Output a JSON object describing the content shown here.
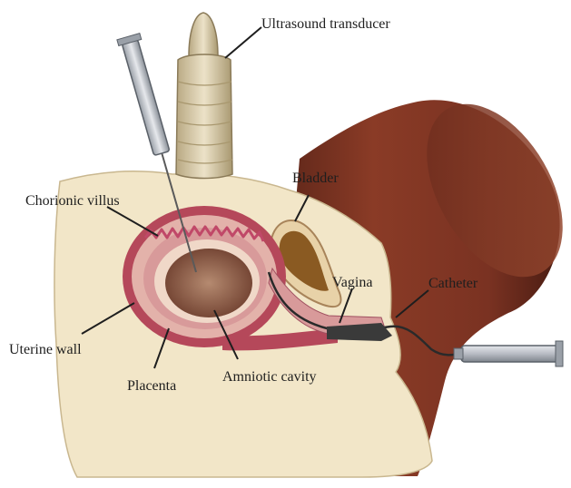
{
  "labels": {
    "ultrasound_transducer": "Ultrasound transducer",
    "bladder": "Bladder",
    "chorionic_villus": "Chorionic villus",
    "vagina": "Vagina",
    "catheter": "Catheter",
    "uterine_wall": "Uterine wall",
    "placenta": "Placenta",
    "amniotic_cavity": "Amniotic cavity"
  }
}
